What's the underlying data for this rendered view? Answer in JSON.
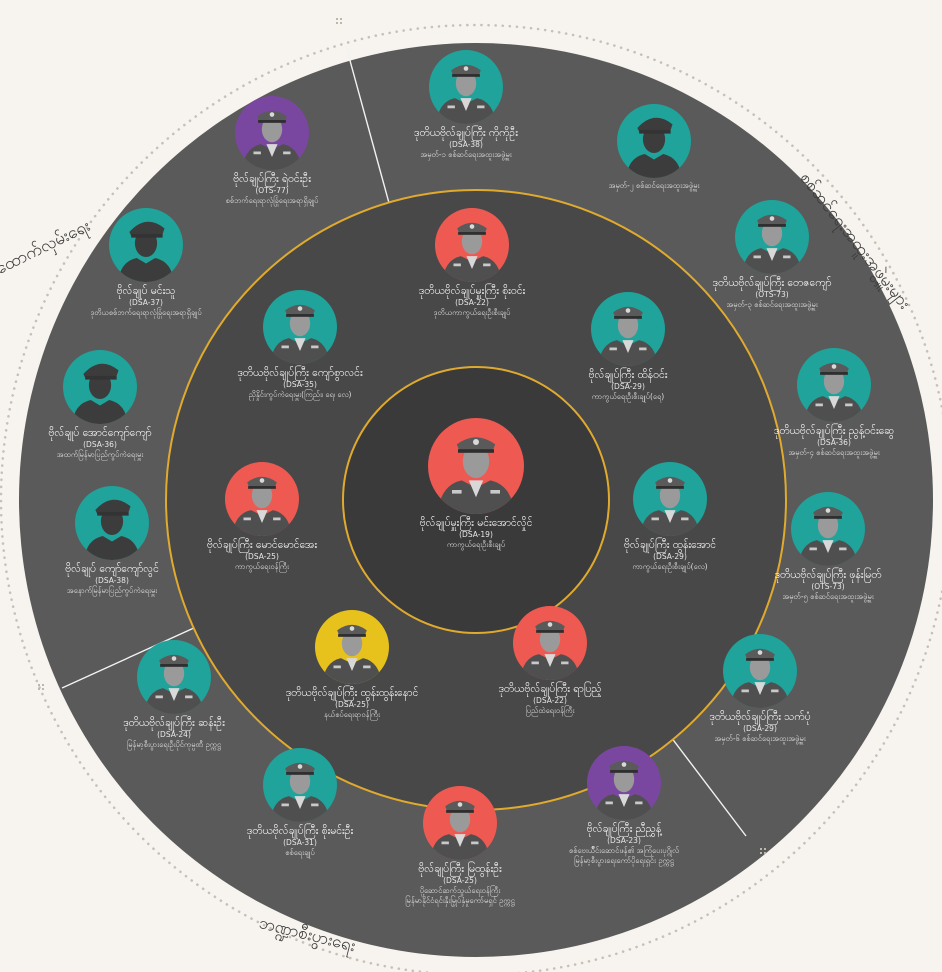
{
  "colors": {
    "background": "#f7f4ef",
    "outer_ring": "#5a5a5a",
    "middle_ring": "#484848",
    "inner_ring": "#3a3a3a",
    "ring_line": "#e0aa2e",
    "red": "#ee5a52",
    "teal": "#1fa39a",
    "purple": "#7a47a0",
    "yellow": "#e8c21c",
    "dark": "#4a4a4a"
  },
  "sectors": {
    "left": "ထောက်လှမ်းရေး",
    "right": "စစ်ဆင်ရေးအထူးအဖွဲ့မှူးများ",
    "bottom": "ဘဏ္ဍာစီးပွားရေး"
  },
  "center": {
    "name": "ဗိုလ်ချုပ်မှူးကြီး မင်းအောင်လှိုင်",
    "batch": "(DSA-19)",
    "role": "ကာကွယ်ရေးဦးစီးချုပ်",
    "color": "red",
    "icon": "commander-portrait"
  },
  "middle": [
    {
      "name": "ဒုတိယဗိုလ်ချုပ်မှူးကြီး စိုးဝင်း",
      "batch": "(DSA-22)",
      "role": "ဒုတိယကာကွယ်ရေးဦးစီးချုပ်",
      "color": "red",
      "icon": "officer-portrait"
    },
    {
      "name": "ဗိုလ်ချုပ်ကြီး ထိန်ဝင်း",
      "batch": "(DSA-29)",
      "role": "ကာကွယ်ရေးဦးစီးချုပ်(ရေ)",
      "color": "teal",
      "icon": "officer-portrait"
    },
    {
      "name": "ဗိုလ်ချုပ်ကြီး ထွန်းအောင်",
      "batch": "(DSA-29)",
      "role": "ကာကွယ်ရေးဦးစီးချုပ်(လေ)",
      "color": "teal",
      "icon": "officer-portrait"
    },
    {
      "name": "ဒုတိယဗိုလ်ချုပ်ကြီး ရာပြည့်",
      "batch": "(DSA-22)",
      "role": "ပြည်ထဲရေးဝန်ကြီး",
      "color": "red",
      "icon": "officer-portrait"
    },
    {
      "name": "ဒုတိယဗိုလ်ချုပ်ကြီး ထွန်းထွန်းနောင်",
      "batch": "(DSA-25)",
      "role": "နယ်စပ်ရေးရာဝန်ကြီး",
      "color": "yellow",
      "icon": "officer-portrait"
    },
    {
      "name": "ဗိုလ်ချုပ်ကြီး မောင်မောင်အေး",
      "batch": "(DSA-25)",
      "role": "ကာကွယ်ရေးဝန်ကြီး",
      "color": "red",
      "icon": "officer-portrait"
    },
    {
      "name": "ဒုတိယဗိုလ်ချုပ်ကြီး ကျော်စွာလင်း",
      "batch": "(DSA-35)",
      "role": "ညှိနှိုင်းကွပ်ကဲရေးမှူး(ကြည်း၊ ရေ၊ လေ)",
      "color": "teal",
      "icon": "officer-portrait"
    }
  ],
  "outer": [
    {
      "name": "ဒုတိယဗိုလ်ချုပ်ကြီး ကိုကိုဦး",
      "batch": "(DSA-38)",
      "role": "အမှတ်-၁ စစ်ဆင်ရေးအထူးအဖွဲ့မှူး",
      "color": "teal",
      "icon": "officer-portrait"
    },
    {
      "name": "",
      "batch": "",
      "role": "အမှတ်-၂ စစ်ဆင်ရေးအထူးအဖွဲ့မှူး",
      "color": "teal",
      "icon": "silhouette-icon"
    },
    {
      "name": "ဒုတိယဗိုလ်ချုပ်ကြီး တေဇကျော်",
      "batch": "(OTS-73)",
      "role": "အမှတ်-၃ စစ်ဆင်ရေးအထူးအဖွဲ့မှူး",
      "color": "teal",
      "icon": "officer-portrait"
    },
    {
      "name": "ဒုတိယဗိုလ်ချုပ်ကြီး ညွန့်ဝင်းဆွေ",
      "batch": "(DSA-36)",
      "role": "အမှတ်-၄ စစ်ဆင်ရေးအထူးအဖွဲ့မှူး",
      "color": "teal",
      "icon": "officer-portrait"
    },
    {
      "name": "ဒုတိယဗိုလ်ချုပ်ကြီး ဖုန်းမြတ်",
      "batch": "(OTS-73)",
      "role": "အမှတ်-၅ စစ်ဆင်ရေးအထူးအဖွဲ့မှူး",
      "color": "teal",
      "icon": "officer-portrait"
    },
    {
      "name": "ဒုတိယဗိုလ်ချုပ်ကြီး သက်ပုံ",
      "batch": "(DSA-29)",
      "role": "အမှတ်-၆ စစ်ဆင်ရေးအထူးအဖွဲ့မှူး",
      "color": "teal",
      "icon": "officer-portrait"
    },
    {
      "name": "ဗိုလ်ချုပ်ကြီး ညီညွှန့်",
      "batch": "(DSA-23)",
      "role": "စစ်ဗေးယ်ိဳင်းဆောင်ဖန်၏ အကြံပေးပုဂ္ဂိုလ်",
      "role2": "မြန်မာ့စီးပွားရေးကော်ပိုရေးရှင်း ဥက္ကဋ္ဌ",
      "color": "purple",
      "icon": "officer-portrait"
    },
    {
      "name": "ဗိုလ်ချုပ်ကြီး မြထွန်းဦး",
      "batch": "(DSA-25)",
      "role": "ပို့ဆောင်ဆက်သွယ်ရေးဝန်ကြီး",
      "role2": "မြန်မာနိုင်ငံရင်းနှီးမြှုပ်နှံမှုကော်မရှင် ဥက္ကဋ္ဌ",
      "color": "red",
      "icon": "officer-portrait"
    },
    {
      "name": "ဒုတိယဗိုလ်ချုပ်ကြီး စိုးမင်းဦး",
      "batch": "(DSA-31)",
      "role": "စစ်ရေးချုပ်",
      "color": "teal",
      "icon": "officer-portrait"
    },
    {
      "name": "ဒုတိယဗိုလ်ချုပ်ကြီး ဆန်းဦး",
      "batch": "(DSA-24)",
      "role": "မြန်မာ့စီးပွားရေးဦးပိုင်ကုမ္ပဏီ ဥက္ကဋ္ဌ",
      "color": "teal",
      "icon": "officer-portrait"
    },
    {
      "name": "ဗိုလ်ချုပ် ကျော်ကျော်လွင်",
      "batch": "(DSA-38)",
      "role": "အနောက်မြန်မာပြည်ကွပ်ကဲရေးမှူး",
      "color": "teal",
      "icon": "silhouette-icon"
    },
    {
      "name": "ဗိုလ်ချုပ် အောင်ကျော်ကျော်",
      "batch": "(DSA-36)",
      "role": "အထက်မြန်မာပြည်ကွပ်ကဲရေးမှူး",
      "color": "teal",
      "icon": "silhouette-icon"
    },
    {
      "name": "ဗိုလ်ချုပ် မင်းသူ",
      "batch": "(DSA-37)",
      "role": "ဒုတိယစစ်ဘက်ရေးရာလုံခြုံရေးအရာရှိချုပ်",
      "color": "teal",
      "icon": "silhouette-icon"
    },
    {
      "name": "ဗိုလ်ချုပ်ကြီး ရဲဝင်းဦး",
      "batch": "(OTS-77)",
      "role": "စစ်ဘက်ရေးရာလုံခြုံရေးအရာရှိချုပ်",
      "color": "purple",
      "icon": "officer-portrait"
    }
  ]
}
